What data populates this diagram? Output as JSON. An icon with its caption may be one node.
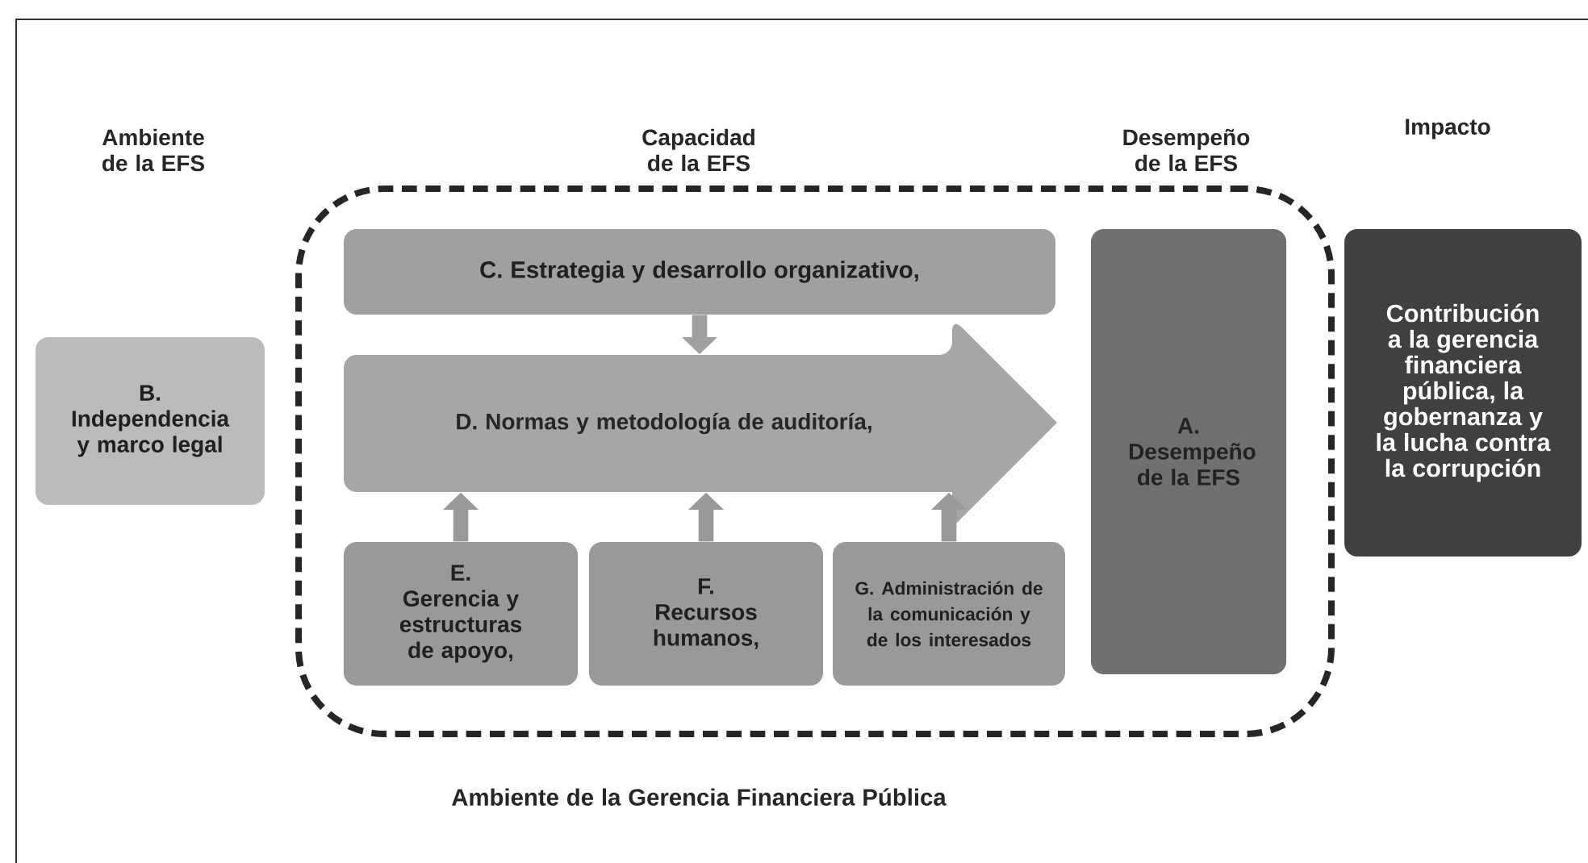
{
  "diagram": {
    "nodes": [
      {
        "text": [],
        "shape": "box"
      },
      {
        "text": [
          "B. Independencia y marco legal"
        ]
      },
      {
        "text": [
          "C. Estrategia y desarrollo organizativo,"
        ],
        "in": 0
      },
      {
        "text": [
          "D. Normas y metodología de auditoría,"
        ],
        "in": 0
      },
      {
        "text": [
          "E. Gerencia y estructuras de apoyo,"
        ],
        "in": 0
      },
      {
        "text": [
          "F. Recursos humanos,"
        ],
        "in": 0
      },
      {
        "text": [
          "G. Administración de la comunicación y de los interesados"
        ],
        "in": 0
      },
      {
        "text": [
          "A. Desempeño de la EFS"
        ],
        "in": 0
      },
      {
        "text": [
          "Contribución a la gerencia financiera pública, la gobernanza y la lucha contra la corrupción"
        ]
      }
    ],
    "edges": [
      {
        "from": 2,
        "to": 3,
        "arrow": "to"
      },
      {
        "from": 4,
        "to": 3,
        "arrow": "to"
      },
      {
        "from": 5,
        "to": 3,
        "arrow": "to"
      },
      {
        "from": 6,
        "to": 3,
        "arrow": "to"
      }
    ],
    "labels": [
      "Ambiente de la EFS",
      "Capacidad de la EFS",
      "Desempeño de la EFS",
      "Impacto",
      "Ambiente de la Gerencia Financiera Pública"
    ]
  }
}
